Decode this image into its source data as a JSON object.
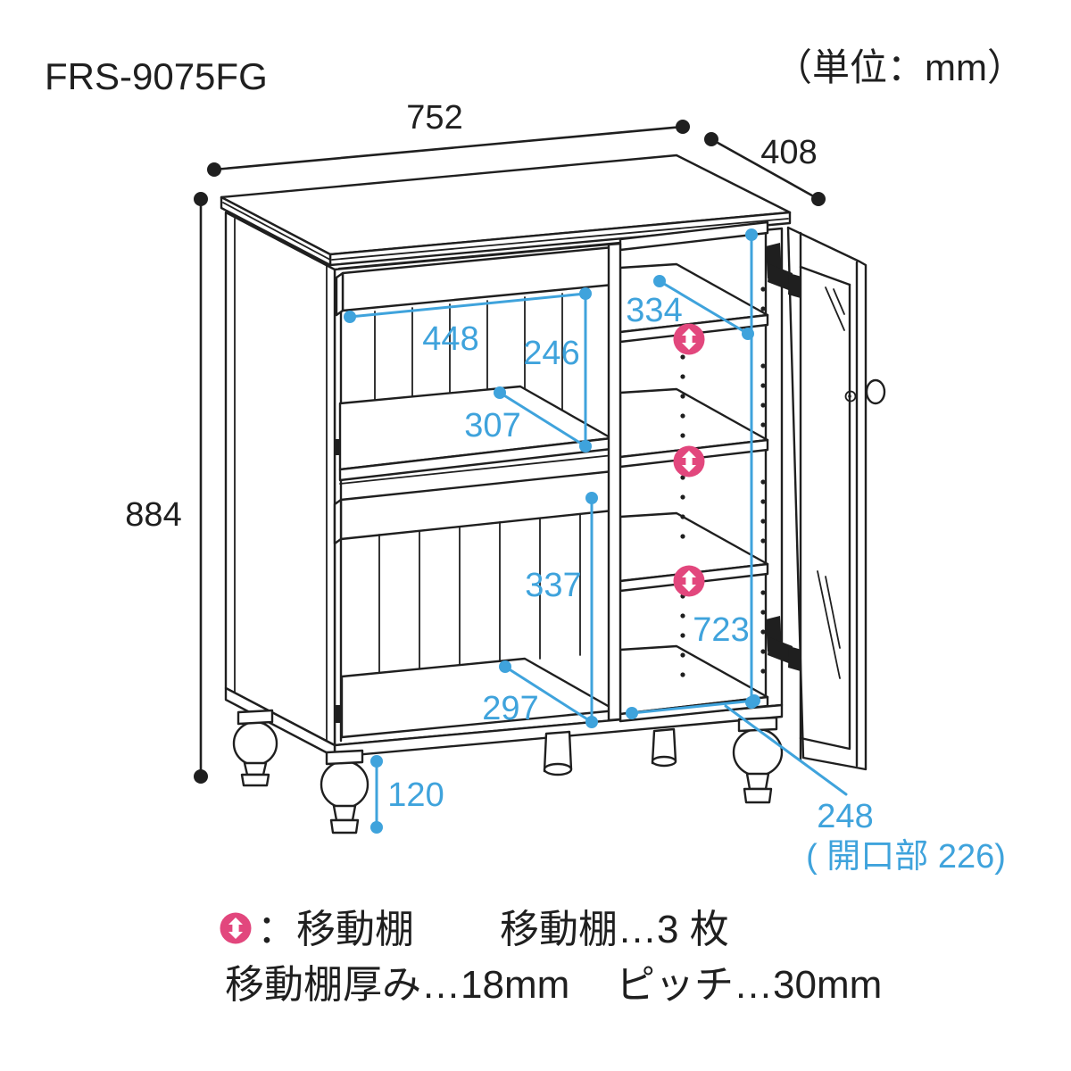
{
  "title": "FRS-9075FG",
  "unit_note": "（単位：mm）",
  "colors": {
    "line": "#1f1f1f",
    "dim_blue": "#3fa3dc",
    "accent_pink": "#e2477d"
  },
  "dimensions": {
    "width": "752",
    "depth": "408",
    "height": "884",
    "inner_width": "448",
    "upper_inner_height": "246",
    "upper_shelf_depth": "307",
    "right_shelf_depth": "334",
    "lower_inner_height": "337",
    "bottom_depth": "297",
    "right_inner_height": "723",
    "leg_height": "120",
    "right_section_width": "248",
    "right_opening_note": "( 開口部 226)"
  },
  "legend": {
    "icon": "up-down-arrow-icon",
    "icon_label": "：移動棚",
    "shelf_count": "移動棚…3 枚",
    "shelf_thickness": "移動棚厚み…18mm",
    "pitch": "ピッチ…30mm"
  }
}
